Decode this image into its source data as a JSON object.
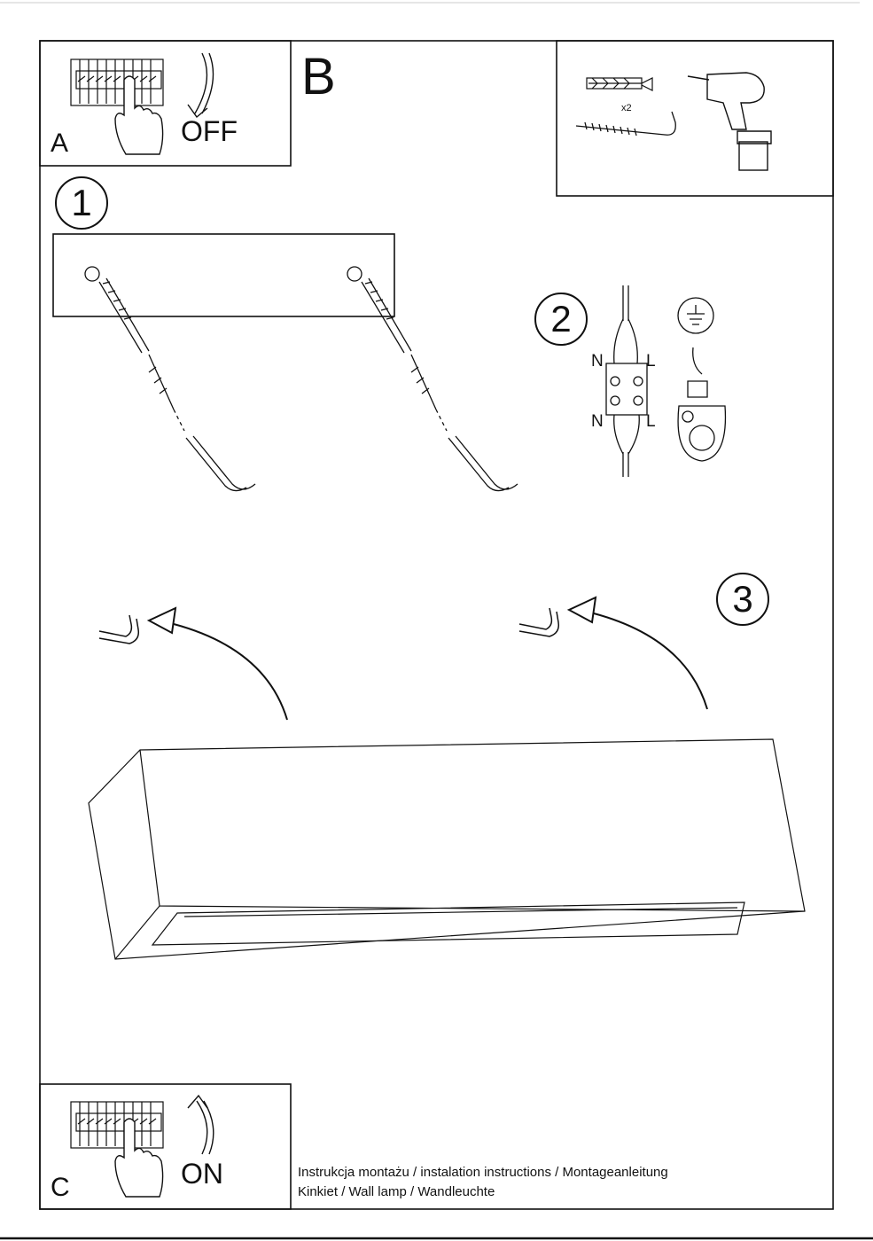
{
  "panel_a": {
    "letter": "A",
    "action": "OFF"
  },
  "panel_b": {
    "letter": "B",
    "quantity": "x2"
  },
  "panel_c": {
    "letter": "C",
    "action": "ON"
  },
  "steps": [
    "1",
    "2",
    "3"
  ],
  "wiring": {
    "neutral_top": "N",
    "live_top": "L",
    "neutral_bottom": "N",
    "live_bottom": "L"
  },
  "caption": {
    "line1": "Instrukcja montażu / instalation instructions / Montageanleitung",
    "line2": "Kinkiet / Wall lamp / Wandleuchte"
  }
}
